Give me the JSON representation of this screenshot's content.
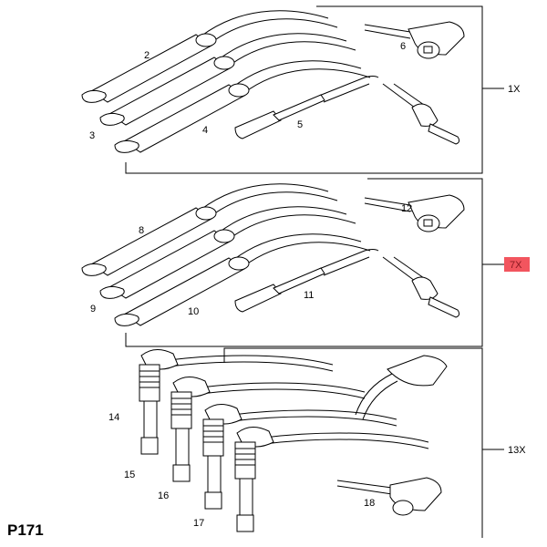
{
  "diagram_code": "P171",
  "highlight_color": "#f2555e",
  "groups": [
    {
      "quantity": "1X",
      "parts": [
        "2",
        "3",
        "4",
        "5",
        "6"
      ]
    },
    {
      "quantity": "7X",
      "parts": [
        "8",
        "9",
        "10",
        "11",
        "12"
      ],
      "highlighted": true
    },
    {
      "quantity": "13X",
      "parts": [
        "14",
        "15",
        "16",
        "17",
        "18"
      ]
    }
  ]
}
